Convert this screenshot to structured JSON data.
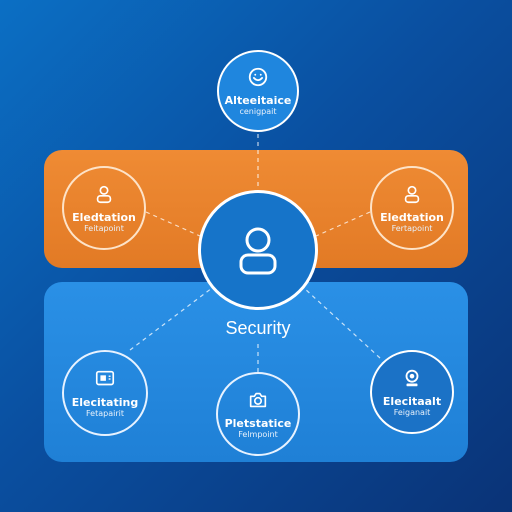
{
  "diagram": {
    "colors": {
      "orange_band": "#e8842c",
      "blue_band": "#2388de",
      "background": "#0a4fa0",
      "line": "#ffffff"
    },
    "center": {
      "icon": "user-icon",
      "label": "Security"
    },
    "nodes": [
      {
        "id": "top",
        "icon": "smiley-icon",
        "title": "Alteeitaice",
        "subtitle": "cenigpait"
      },
      {
        "id": "left-orange",
        "icon": "user-icon",
        "title": "Eledtation",
        "subtitle": "Feitapoint"
      },
      {
        "id": "right-orange",
        "icon": "user-icon",
        "title": "Eledtation",
        "subtitle": "Fertapoint"
      },
      {
        "id": "bottom-left",
        "icon": "monitor-icon",
        "title": "Elecitating",
        "subtitle": "Fetapairit"
      },
      {
        "id": "bottom-center",
        "icon": "camera-icon",
        "title": "Pletstatice",
        "subtitle": "Felmpoint"
      },
      {
        "id": "bottom-right",
        "icon": "person-badge-icon",
        "title": "Elecitaalt",
        "subtitle": "Feiganait"
      }
    ]
  }
}
